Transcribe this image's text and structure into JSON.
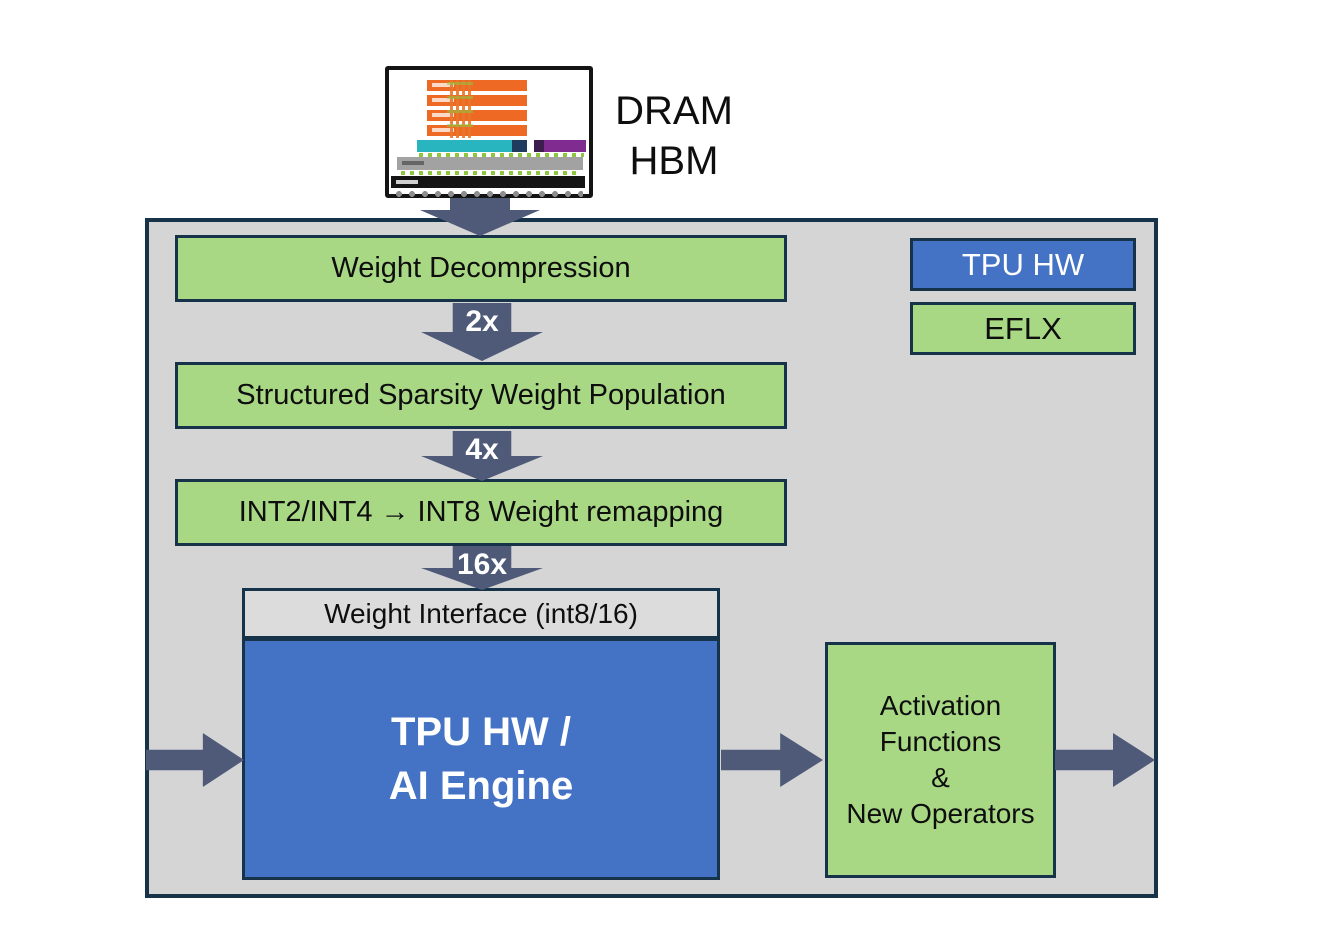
{
  "graphic": {
    "dram_label": "DRAM",
    "hbm_label": "HBM"
  },
  "flow": {
    "stages": [
      {
        "label": "Weight Decompression",
        "type": "eflx"
      },
      {
        "label": "Structured Sparsity Weight Population",
        "type": "eflx"
      },
      {
        "label": "INT2/INT4 → INT8 Weight remapping",
        "type": "eflx"
      }
    ],
    "multipliers": [
      {
        "label": "2x"
      },
      {
        "label": "4x"
      },
      {
        "label": "16x"
      }
    ],
    "weight_interface": {
      "label": "Weight Interface (int8/16)"
    },
    "tpu_engine": {
      "line1": "TPU HW /",
      "line2": "AI Engine"
    },
    "activation": {
      "lines": [
        "Activation",
        "Functions",
        "&",
        "New Operators"
      ]
    }
  },
  "legend": {
    "items": [
      {
        "label": "TPU HW",
        "color": "#4472C4"
      },
      {
        "label": "EFLX",
        "color": "#A9D885"
      }
    ]
  },
  "colors": {
    "tpu_blue": "#4472C4",
    "eflx_green": "#A9D885",
    "arrow_slate": "#4E5A78",
    "border_navy": "#16334A",
    "panel_gray": "#D5D5D5",
    "interface_gray": "#DCDCDC"
  }
}
